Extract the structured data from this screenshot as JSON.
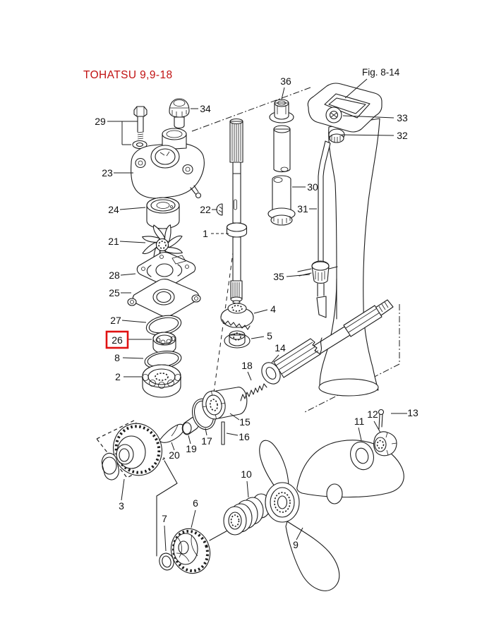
{
  "diagram": {
    "title": "TOHATSU 9,9-18",
    "figure_ref": "Fig. 8-14",
    "highlighted_part": "26",
    "colors": {
      "title": "#c11212",
      "highlight_box": "#e01212",
      "line": "#1c1c1c",
      "background": "#ffffff"
    }
  },
  "labels": {
    "p1": "1",
    "p2": "2",
    "p3": "3",
    "p4": "4",
    "p5": "5",
    "p6": "6",
    "p7": "7",
    "p8": "8",
    "p9": "9",
    "p10": "10",
    "p11": "11",
    "p12": "12",
    "p13": "13",
    "p14": "14",
    "p15": "15",
    "p16": "16",
    "p17": "17",
    "p18": "18",
    "p19": "19",
    "p20": "20",
    "p21": "21",
    "p22": "22",
    "p23": "23",
    "p24": "24",
    "p25": "25",
    "p26": "26",
    "p27": "27",
    "p28": "28",
    "p29": "29",
    "p30": "30",
    "p31": "31",
    "p32": "32",
    "p33": "33",
    "p34": "34",
    "p35": "35",
    "p36": "36"
  }
}
